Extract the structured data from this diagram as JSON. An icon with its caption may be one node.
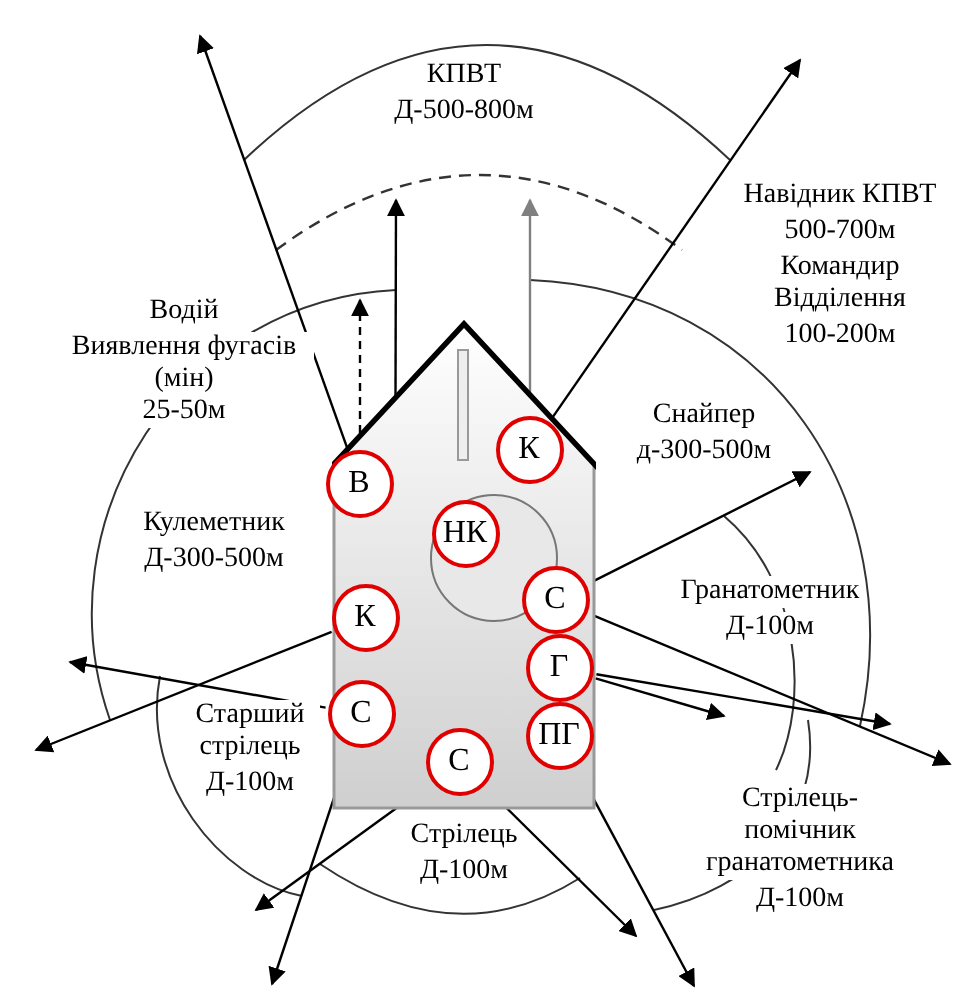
{
  "diagram": {
    "nodes": [
      {
        "text": [],
        "shape": "box"
      },
      {
        "text": [],
        "shape": "circle",
        "in": 0
      },
      {
        "text": [
          "К"
        ],
        "in": 0
      },
      {
        "text": [
          "В"
        ],
        "in": 0
      },
      {
        "text": [
          "НК"
        ],
        "in": 1
      },
      {
        "text": [
          "С"
        ],
        "in": 0
      },
      {
        "text": [
          "К"
        ],
        "in": 0
      },
      {
        "text": [
          "Г"
        ],
        "in": 0
      },
      {
        "text": [
          "С"
        ],
        "in": 0
      },
      {
        "text": [
          "ПГ"
        ],
        "in": 0
      },
      {
        "text": [
          "С"
        ],
        "in": 0
      }
    ],
    "edges": [
      {
        "from": 3,
        "to": null,
        "arrow": "to"
      },
      {
        "from": 3,
        "to": null,
        "arrow": "to",
        "style": "dashed"
      },
      {
        "from": 6,
        "to": null,
        "arrow": "to"
      },
      {
        "from": 2,
        "to": null,
        "arrow": "to"
      },
      {
        "from": 2,
        "to": null,
        "arrow": "to",
        "color": "#808080"
      },
      {
        "from": 6,
        "to": null,
        "arrow": "to"
      },
      {
        "from": 5,
        "to": null,
        "arrow": "to"
      },
      {
        "from": 5,
        "to": null,
        "arrow": "to"
      },
      {
        "from": 7,
        "to": null,
        "arrow": "to"
      },
      {
        "from": 7,
        "to": null,
        "arrow": "to"
      },
      {
        "from": 8,
        "to": null,
        "arrow": "to"
      },
      {
        "from": 8,
        "to": null,
        "arrow": "to"
      },
      {
        "from": 10,
        "to": null,
        "arrow": "to"
      },
      {
        "from": 10,
        "to": null,
        "arrow": "to"
      },
      {
        "from": 9,
        "to": null,
        "arrow": "to"
      }
    ],
    "labels": [
      "КПВТ",
      "Д-500-800м",
      "Навідник КПВТ",
      "500-700м",
      "Командир Відділення",
      "100-200м",
      "Водій",
      "Виявлення фугасів (мін)",
      "25-50м",
      "Снайпер",
      "д-300-500м",
      "Кулеметник",
      "Д-300-500м",
      "Гранатометник",
      "Д-100м",
      "Старший стрілець",
      "Д-100м",
      "Стрілець-помічник гранатометника",
      "Д-100м",
      "Стрілець",
      "Д-100м"
    ]
  }
}
